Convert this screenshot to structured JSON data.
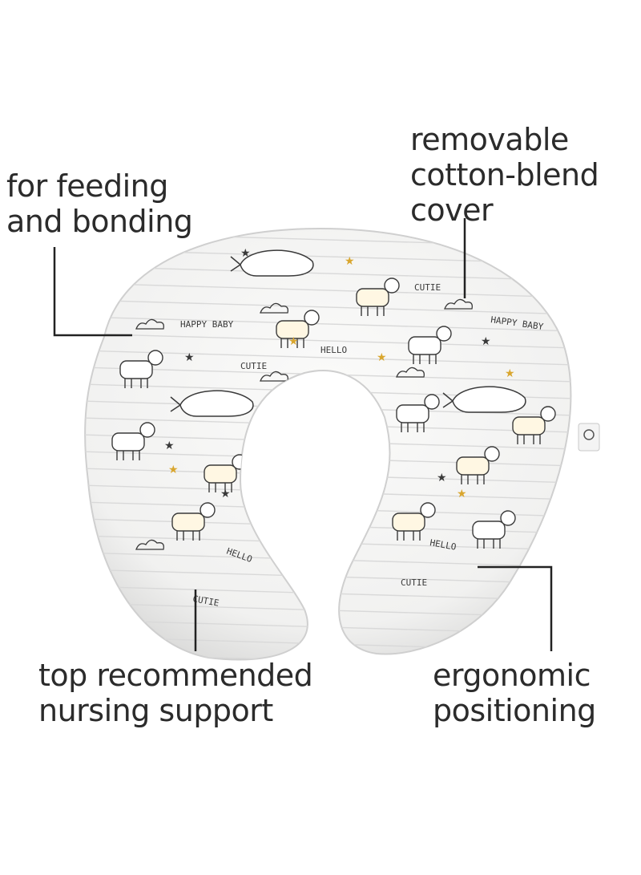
{
  "callouts": {
    "feeding": {
      "line1": "for feeding",
      "line2": "and bonding"
    },
    "cover": {
      "line1": "removable",
      "line2": "cotton-blend",
      "line3": "cover"
    },
    "nursing": {
      "line1": "top recommended",
      "line2": "nursing support"
    },
    "ergonomic": {
      "line1": "ergonomic",
      "line2": "positioning"
    }
  },
  "pillow_print": {
    "words": [
      "HAPPY BABY",
      "HELLO",
      "CUTIE"
    ],
    "colors": {
      "fabric": "#f7f7f6",
      "stripe": "#d9d9d9",
      "ink": "#3a3a3a",
      "accent": "#d9a62e"
    },
    "icons": [
      "whale-icon",
      "lion-icon",
      "zebra-icon",
      "giraffe-icon",
      "elephant-icon",
      "cat-icon",
      "hedgehog-icon",
      "cloud-icon",
      "star-icon"
    ]
  },
  "colors": {
    "text": "#2b2b2b",
    "leader": "#222222",
    "background": "#ffffff"
  }
}
